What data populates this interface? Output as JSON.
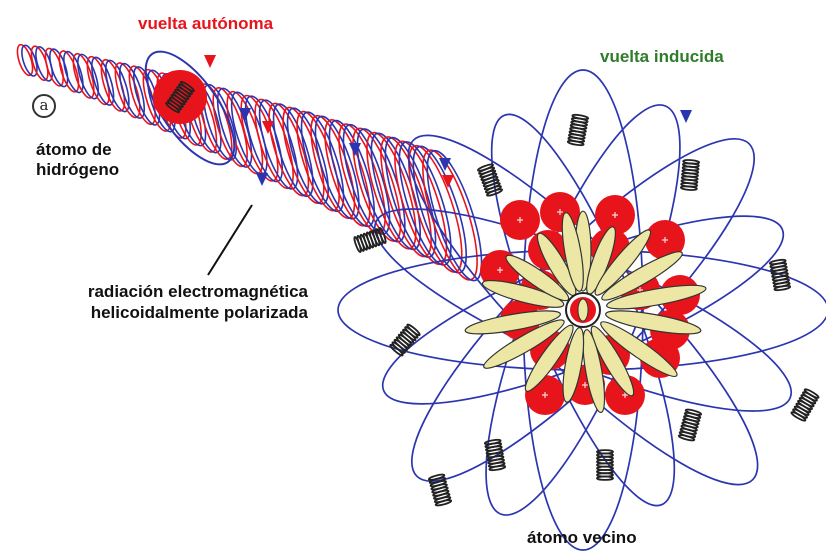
{
  "labels": {
    "autonomous_spin": "vuelta autónoma",
    "induced_spin": "vuelta inducida",
    "marker": "a",
    "hydrogen_atom_line1": "átomo de",
    "hydrogen_atom_line2": "hidrógeno",
    "radiation_line1": "radiación electromagnética",
    "radiation_line2": "helicoidalmente polarizada",
    "neighbor_atom": "átomo vecino"
  },
  "colors": {
    "red": "#e8141c",
    "blue": "#2b35b0",
    "green": "#2f7d2a",
    "nucleon_fill": "#ece7a4",
    "spring": "#222222"
  },
  "icons": [
    "spring-icon",
    "proton-icon",
    "nucleon-icon",
    "arrow-icon"
  ]
}
